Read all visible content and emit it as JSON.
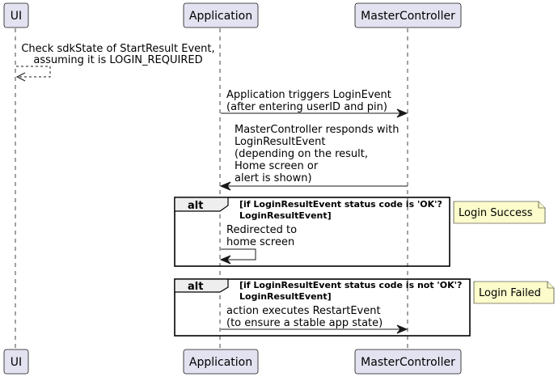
{
  "participants": {
    "ui": "UI",
    "application": "Application",
    "master_controller": "MasterController"
  },
  "messages": {
    "check_state": [
      "Check sdkState of StartResult Event,",
      "assuming it is LOGIN_REQUIRED"
    ],
    "login_event": [
      "Application triggers LoginEvent",
      "(after entering userID and pin)"
    ],
    "login_result": [
      "MasterController responds with",
      "LoginResultEvent",
      "(depending on the result,",
      "Home screen or",
      "alert is shown)"
    ],
    "redirect_home": [
      "Redirected to",
      "home screen"
    ],
    "restart_event": [
      "action executes RestartEvent",
      "(to ensure a stable app state)"
    ]
  },
  "alt_blocks": {
    "success": {
      "label": "alt",
      "guard": [
        "[if LoginResultEvent status code is 'OK'?",
        "LoginResultEvent]"
      ],
      "note": "Login Success"
    },
    "failure": {
      "label": "alt",
      "guard": [
        "[if LoginResultEvent status code is not 'OK'?",
        "LoginResultEvent]"
      ],
      "note": "Login Failed"
    }
  }
}
